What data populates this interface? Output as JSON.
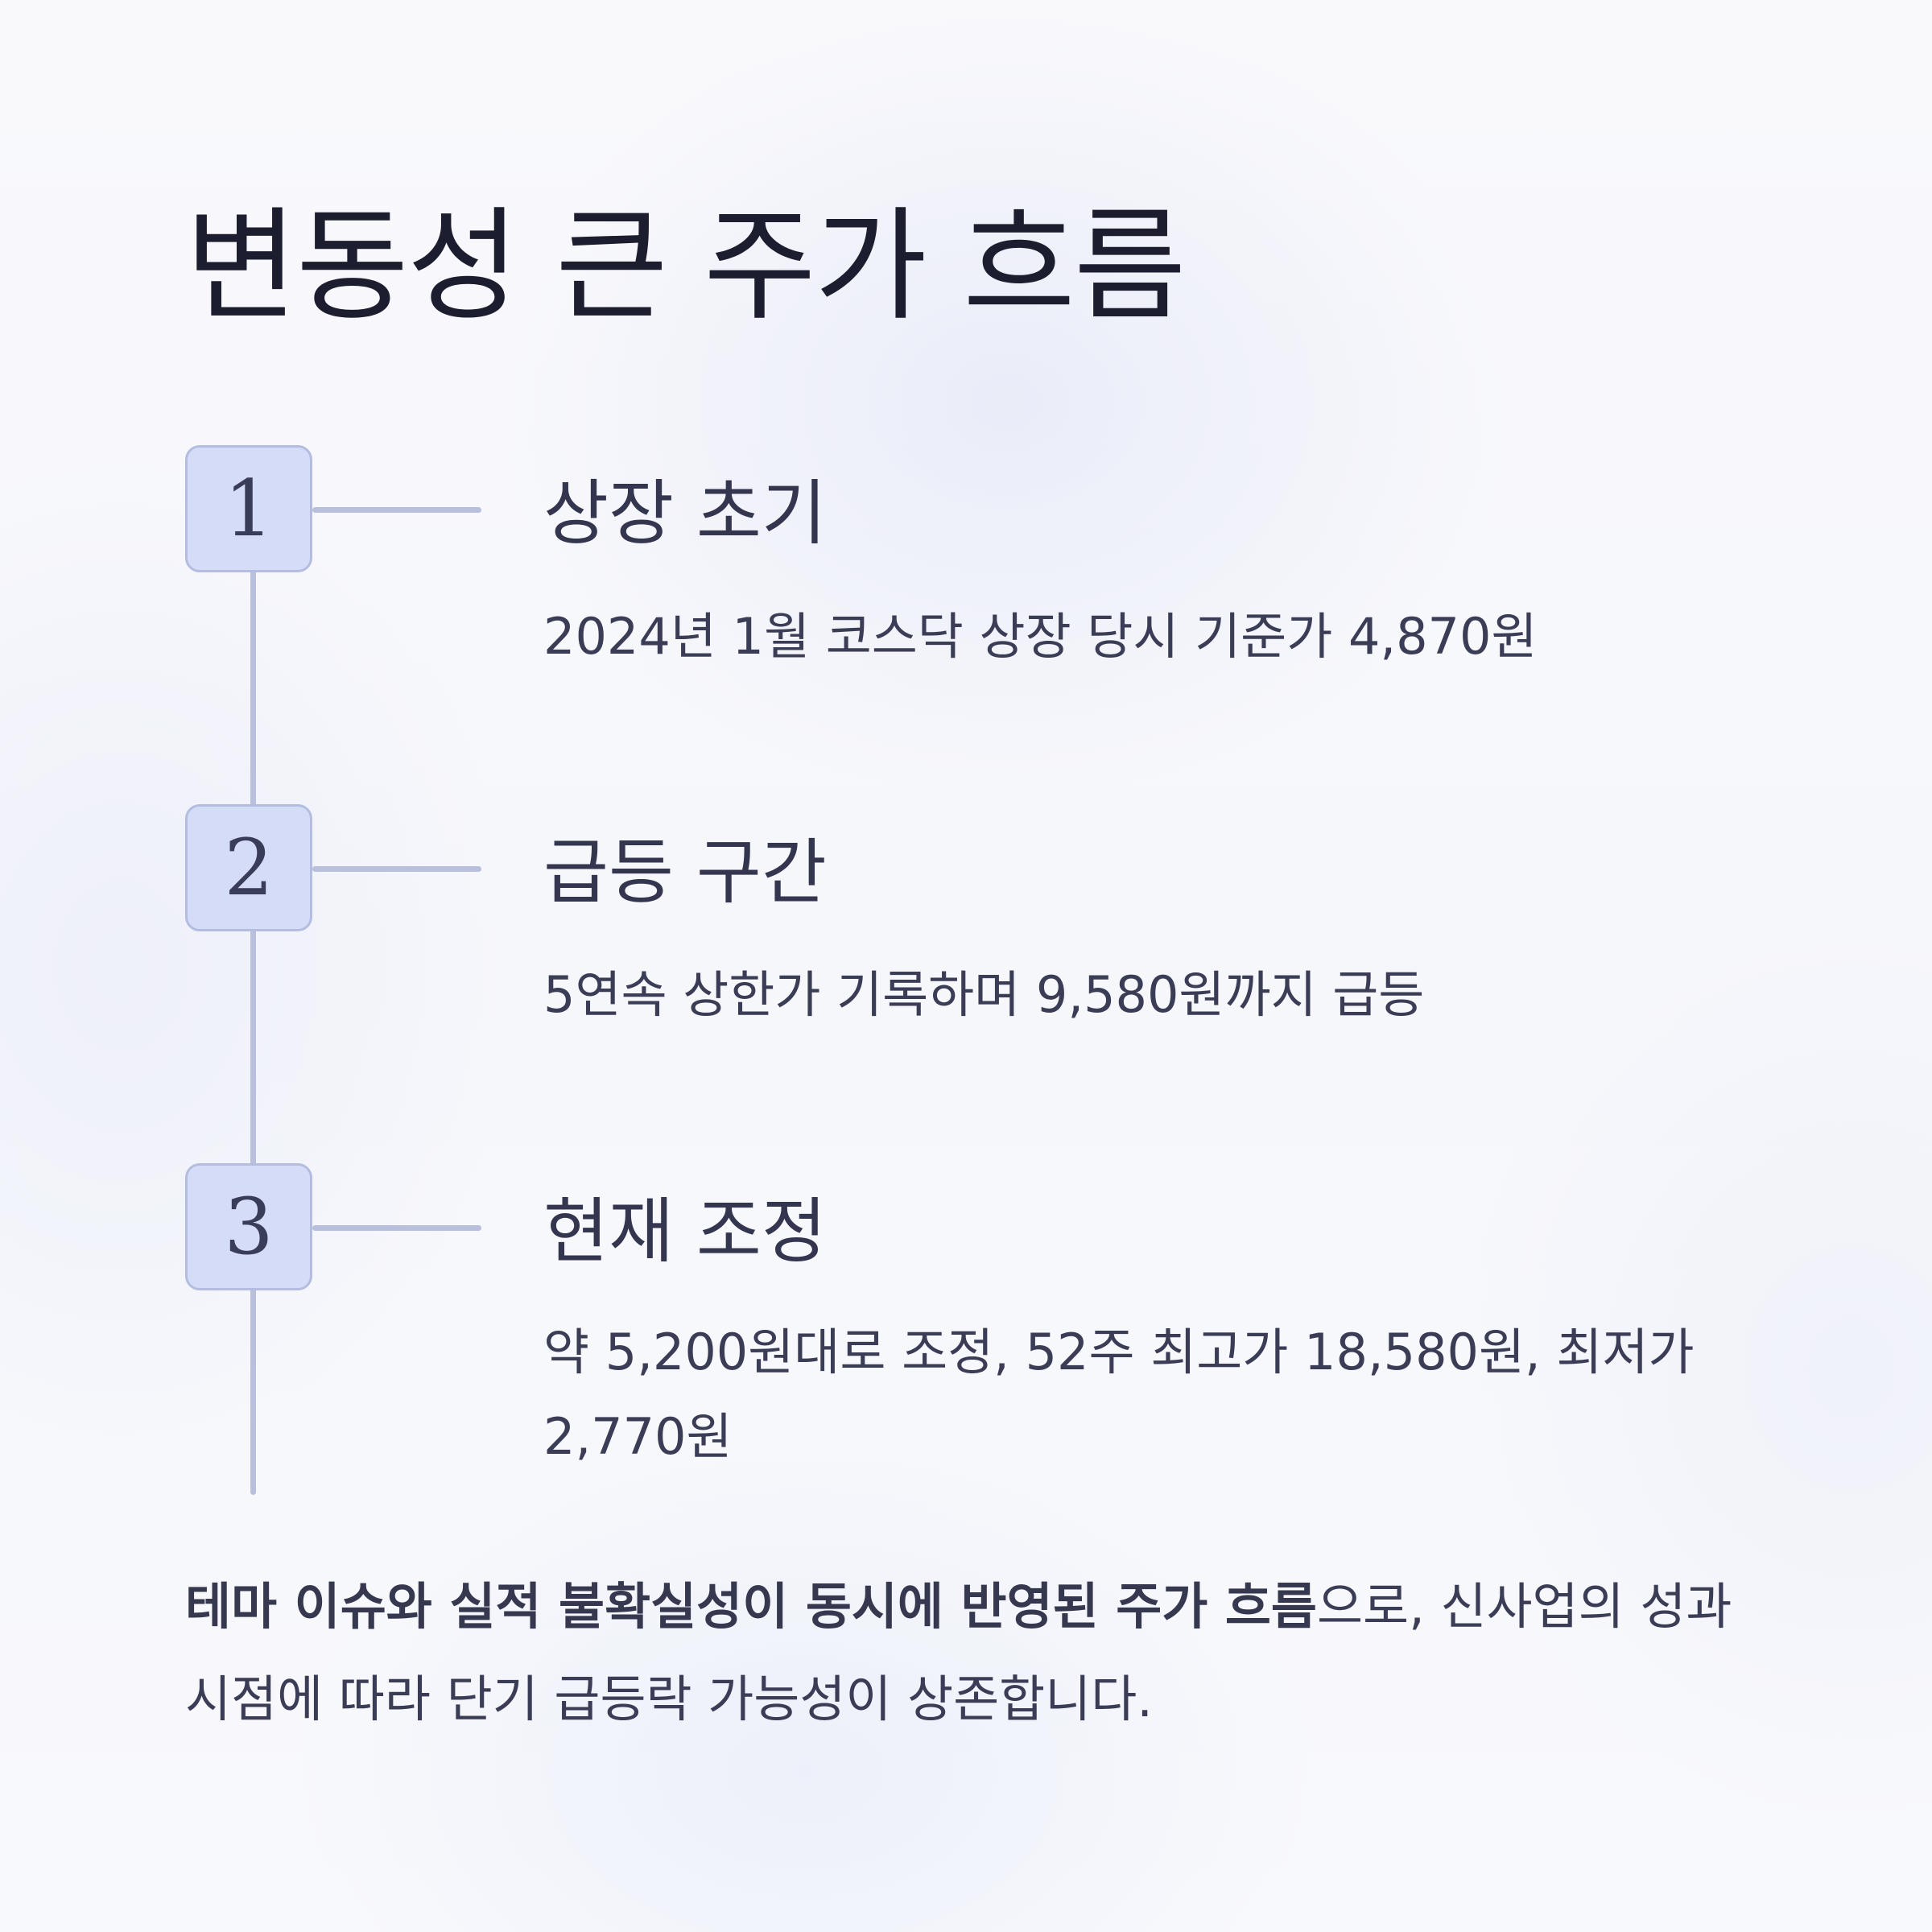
{
  "page": {
    "title": "변동성 큰 주가 흐름"
  },
  "steps": [
    {
      "number": "1",
      "title": "상장 초기",
      "description": "2024년 1월 코스닥 상장 당시 기준가 4,870원"
    },
    {
      "number": "2",
      "title": "급등 구간",
      "description": "5연속 상한가 기록하며 9,580원까지 급등"
    },
    {
      "number": "3",
      "title": "현재 조정",
      "description": "약 5,200원대로 조정, 52주 최고가 18,580원, 최저가 2,770원"
    }
  ],
  "summary": {
    "bold": "테마 이슈와 실적 불확실성이 동시에 반영된 주가 흐름",
    "rest": "으로, 신사업의 성과 시점에 따라 단기 급등락 가능성이 상존합니다."
  },
  "colors": {
    "background": "#f7f8fc",
    "step_box_fill": "#d5dcf8",
    "step_box_border": "#b4bde0",
    "timeline": "#b9c0dc",
    "title_text": "#1c1d2e",
    "body_text": "#3b3d56"
  }
}
